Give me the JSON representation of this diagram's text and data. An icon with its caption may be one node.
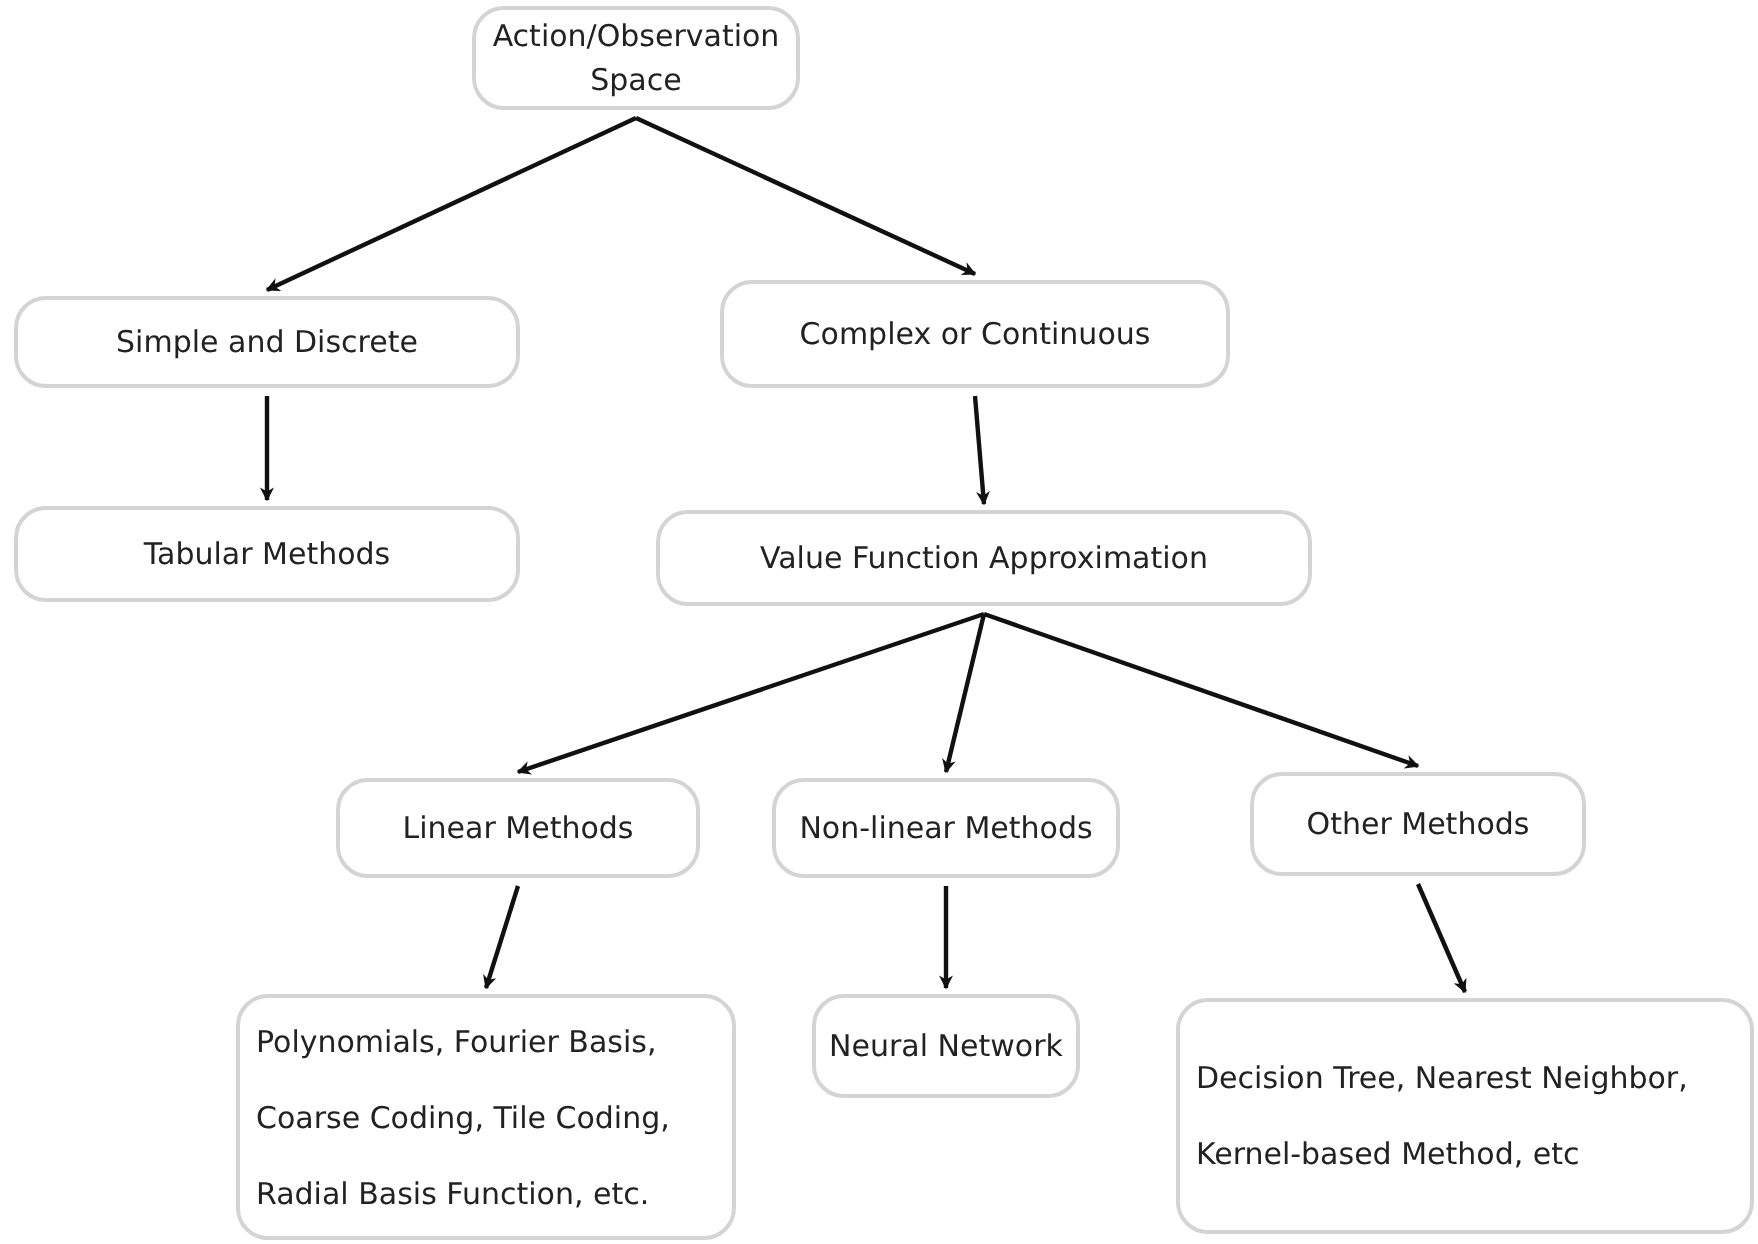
{
  "diagram": {
    "nodes": [
      {
        "text": [
          "Action/Observation Space"
        ]
      },
      {
        "text": [
          "Simple and Discrete"
        ]
      },
      {
        "text": [
          "Complex or Continuous"
        ]
      },
      {
        "text": [
          "Tabular Methods"
        ]
      },
      {
        "text": [
          "Value Function Approximation"
        ]
      },
      {
        "text": [
          "Linear Methods"
        ]
      },
      {
        "text": [
          "Non-linear Methods"
        ]
      },
      {
        "text": [
          "Other Methods"
        ]
      },
      {
        "text": [
          "Polynomials, Fourier Basis, Coarse Coding, Tile Coding, Radial Basis Function, etc."
        ]
      },
      {
        "text": [
          "Neural Network"
        ]
      },
      {
        "text": [
          "Decision Tree, Nearest Neighbor, Kernel-based Method, etc"
        ]
      }
    ],
    "edges": [
      {
        "from": 0,
        "to": 1,
        "arrow": "to"
      },
      {
        "from": 0,
        "to": 2,
        "arrow": "to"
      },
      {
        "from": 1,
        "to": 3,
        "arrow": "to"
      },
      {
        "from": 2,
        "to": 4,
        "arrow": "to"
      },
      {
        "from": 4,
        "to": 5,
        "arrow": "to"
      },
      {
        "from": 4,
        "to": 6,
        "arrow": "to"
      },
      {
        "from": 4,
        "to": 7,
        "arrow": "to"
      },
      {
        "from": 5,
        "to": 8,
        "arrow": "to"
      },
      {
        "from": 6,
        "to": 9,
        "arrow": "to"
      },
      {
        "from": 7,
        "to": 10,
        "arrow": "to"
      }
    ]
  }
}
